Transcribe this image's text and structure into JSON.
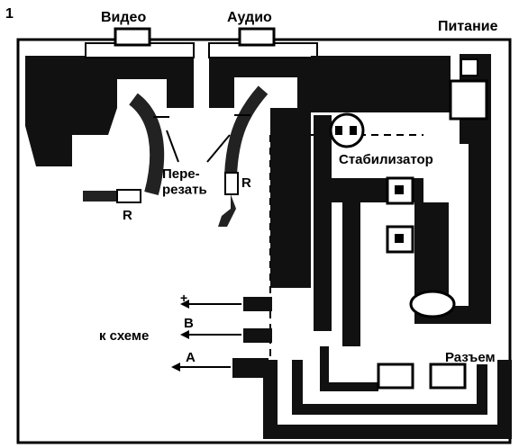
{
  "figure_number": "1",
  "labels": {
    "video": "Видео",
    "audio": "Аудио",
    "power": "Питание",
    "cut": "Пере-\nрезать",
    "r_left": "R",
    "r_right": "R",
    "stabilizer": "Стабилизатор",
    "plus": "+",
    "b": "В",
    "to_circuit": "к схеме",
    "a": "А",
    "connector": "Разъем"
  }
}
